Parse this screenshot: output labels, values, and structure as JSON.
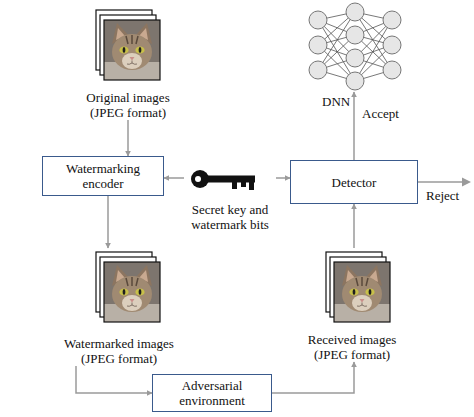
{
  "diagram": {
    "nodes": [
      {
        "text": [
          "Original images (JPEG format)"
        ]
      },
      {
        "text": [
          "Watermarking encoder"
        ]
      },
      {
        "text": [
          "Secret key and watermark bits"
        ]
      },
      {
        "text": [
          "Detector"
        ]
      },
      {
        "text": [
          "DNN"
        ]
      },
      {
        "text": [
          "Watermarked images (JPEG format)"
        ]
      },
      {
        "text": [
          "Adversarial environment"
        ]
      },
      {
        "text": [
          "Received images (JPEG format)"
        ]
      }
    ],
    "edges": [
      {
        "from": 0,
        "to": 1,
        "arrow": "to"
      },
      {
        "from": 2,
        "to": 1,
        "arrow": "to"
      },
      {
        "from": 2,
        "to": 3,
        "arrow": "to"
      },
      {
        "from": 3,
        "to": 4,
        "label": "Accept",
        "arrow": "to"
      },
      {
        "from": 1,
        "to": 5,
        "arrow": "to"
      },
      {
        "from": 5,
        "to": 6,
        "arrow": "to"
      },
      {
        "from": 6,
        "to": 7,
        "arrow": "to"
      },
      {
        "from": 7,
        "to": 3,
        "arrow": "to"
      }
    ],
    "labels": [
      "Reject"
    ]
  }
}
